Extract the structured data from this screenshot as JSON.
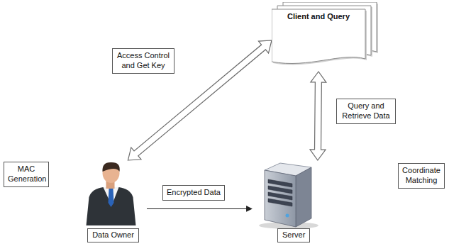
{
  "diagram": {
    "nodes": [
      {
        "text": [
          "Client and Query"
        ]
      },
      {
        "text": [
          "MAC Generation"
        ]
      },
      {
        "text": [
          "Data Owner"
        ]
      },
      {
        "text": [
          "Server"
        ]
      },
      {
        "text": [
          "Coordinate Matching"
        ]
      }
    ],
    "edges": [
      {
        "from": 2,
        "to": 0,
        "arrow": "both",
        "label": "Access Control and Get Key"
      },
      {
        "from": 2,
        "to": 3,
        "arrow": "to",
        "label": "Encrypted Data"
      },
      {
        "from": 0,
        "to": 3,
        "arrow": "both",
        "label": "Query and Retrieve Data"
      }
    ]
  }
}
